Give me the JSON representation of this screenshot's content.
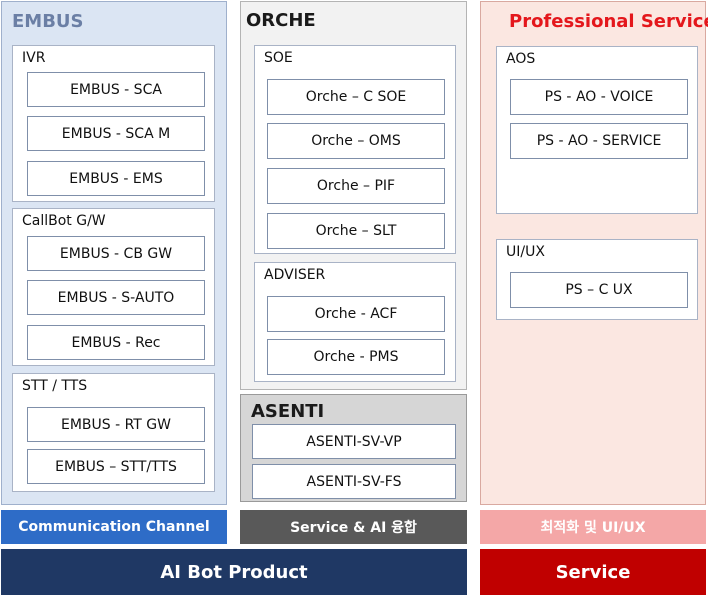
{
  "embus": {
    "title": "EMBUS",
    "groups": [
      {
        "title": "IVR",
        "items": [
          "EMBUS - SCA",
          "EMBUS - SCA M",
          "EMBUS - EMS"
        ]
      },
      {
        "title": "CallBot G/W",
        "items": [
          "EMBUS - CB GW",
          "EMBUS - S-AUTO",
          "EMBUS - Rec"
        ]
      },
      {
        "title": "STT / TTS",
        "items": [
          "EMBUS - RT GW",
          "EMBUS – STT/TTS"
        ]
      }
    ]
  },
  "orche": {
    "title": "ORCHE",
    "groups": [
      {
        "title": "SOE",
        "items": [
          "Orche – C SOE",
          "Orche – OMS",
          "Orche – PIF",
          "Orche – SLT"
        ]
      },
      {
        "title": "ADVISER",
        "items": [
          "Orche - ACF",
          "Orche - PMS"
        ]
      }
    ]
  },
  "asenti": {
    "title": "ASENTI",
    "items": [
      "ASENTI-SV-VP",
      "ASENTI-SV-FS"
    ]
  },
  "ps": {
    "title": "Professional Service",
    "groups": [
      {
        "title": "AOS",
        "items": [
          "PS - AO - VOICE",
          "PS - AO - SERVICE"
        ]
      },
      {
        "title": "UI/UX",
        "items": [
          "PS – C UX"
        ]
      }
    ]
  },
  "bars": {
    "communication": "Communication Channel",
    "service_ai": "Service & AI 융합",
    "optimization": "최적화 및 UI/UX",
    "ai_bot_product": "AI Bot Product",
    "service": "Service"
  },
  "colors": {
    "embus_bg": "#dbe5f3",
    "embus_bar": "#2e6cc7",
    "service_ai_bar": "#595959",
    "optimization_bar": "#f4a7a7",
    "ai_bot_bar": "#1f3864",
    "service_bar": "#c00000",
    "ps_title": "#e4171c"
  }
}
